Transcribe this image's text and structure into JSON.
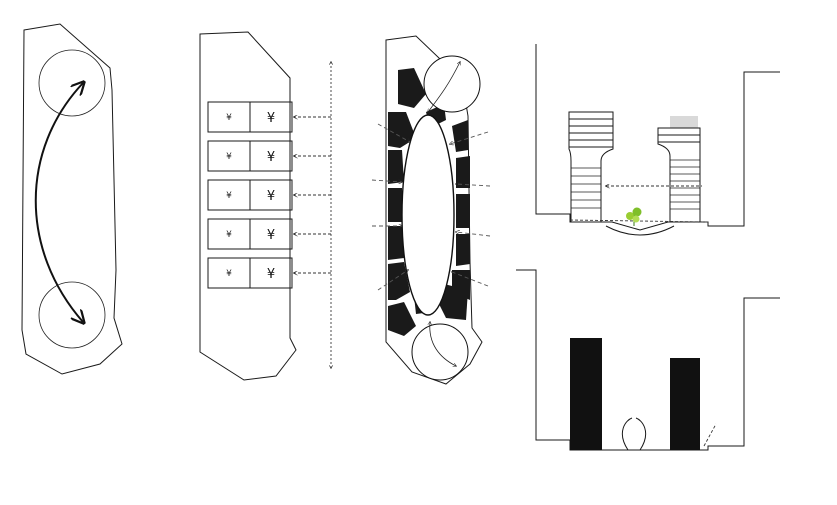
{
  "panels": {
    "flow": {
      "name": "circulation-diagram"
    },
    "shops": {
      "name": "shop-modules-diagram",
      "rows": [
        {
          "left": "¥",
          "right": "¥"
        },
        {
          "left": "¥",
          "right": "¥"
        },
        {
          "left": "¥",
          "right": "¥"
        },
        {
          "left": "¥",
          "right": "¥"
        },
        {
          "left": "¥",
          "right": "¥"
        }
      ]
    },
    "plan": {
      "name": "courtyard-plan-diagram"
    },
    "sections": {
      "name": "section-diagrams"
    }
  },
  "colors": {
    "ink": "#1a1a1a",
    "plant": "#9acd32",
    "roof": "#d9d9d9"
  }
}
